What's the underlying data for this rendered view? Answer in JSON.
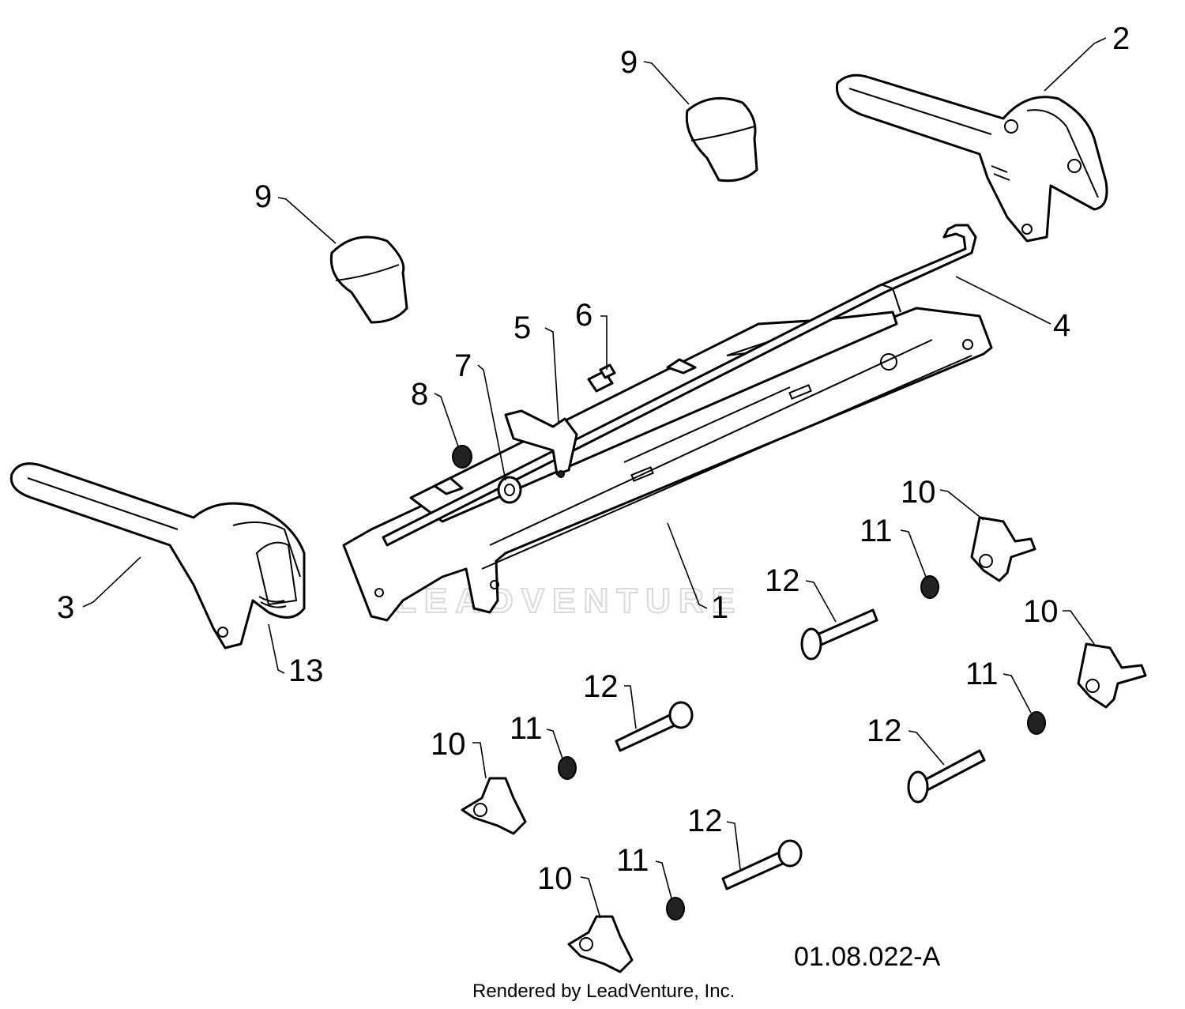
{
  "diagram": {
    "callouts": {
      "c1": "1",
      "c2": "2",
      "c3": "3",
      "c4": "4",
      "c5": "5",
      "c6": "6",
      "c7": "7",
      "c8": "8",
      "c9a": "9",
      "c9b": "9",
      "c10a": "10",
      "c10b": "10",
      "c10c": "10",
      "c10d": "10",
      "c11a": "11",
      "c11b": "11",
      "c11c": "11",
      "c11d": "11",
      "c12a": "12",
      "c12b": "12",
      "c12c": "12",
      "c12d": "12",
      "c13": "13"
    },
    "reference_code": "01.08.022-A",
    "credit": "Rendered by LeadVenture, Inc.",
    "watermark": "LEADVENTURE"
  }
}
